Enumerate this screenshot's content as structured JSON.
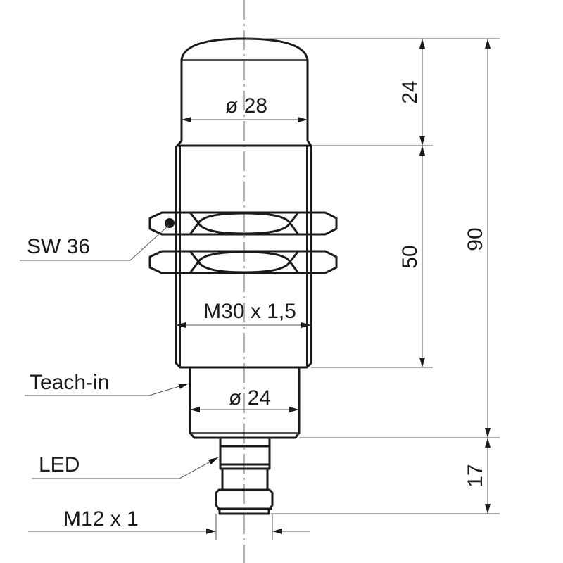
{
  "drawing": {
    "dimensions": {
      "cap_diameter": "ø 28",
      "cap_height": "24",
      "thread_length": "50",
      "total_length": "90",
      "connector_length": "17",
      "thread": "M30 x 1,5",
      "housing_diameter": "ø 24"
    },
    "callouts": {
      "nut": "SW 36",
      "teach_in": "Teach-in",
      "led": "LED",
      "connector_thread": "M12 x 1"
    },
    "colors": {
      "line": "#1a1a1a",
      "dim": "#555555"
    }
  }
}
